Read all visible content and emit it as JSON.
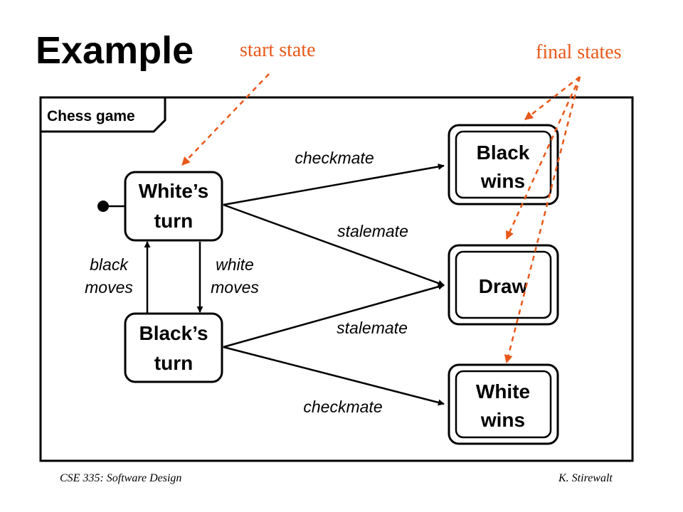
{
  "slide": {
    "title": "Example",
    "annotations": {
      "start": "start state",
      "final": "final states"
    },
    "footer": {
      "left": "CSE 335: Software Design",
      "right": "K. Stirewalt"
    }
  },
  "diagram": {
    "frame_label": "Chess game",
    "states": {
      "white_turn": [
        "White’s",
        "turn"
      ],
      "black_turn": [
        "Black’s",
        "turn"
      ],
      "black_wins": [
        "Black",
        "wins"
      ],
      "draw": [
        "Draw"
      ],
      "white_wins": [
        "White",
        "wins"
      ]
    },
    "transitions": {
      "white_checkmate": "checkmate",
      "white_stalemate": "stalemate",
      "black_stalemate": "stalemate",
      "black_checkmate": "checkmate",
      "black_moves": [
        "black",
        "moves"
      ],
      "white_moves": [
        "white",
        "moves"
      ]
    },
    "colors": {
      "annotation": "#e8581a",
      "line": "#000000"
    }
  }
}
